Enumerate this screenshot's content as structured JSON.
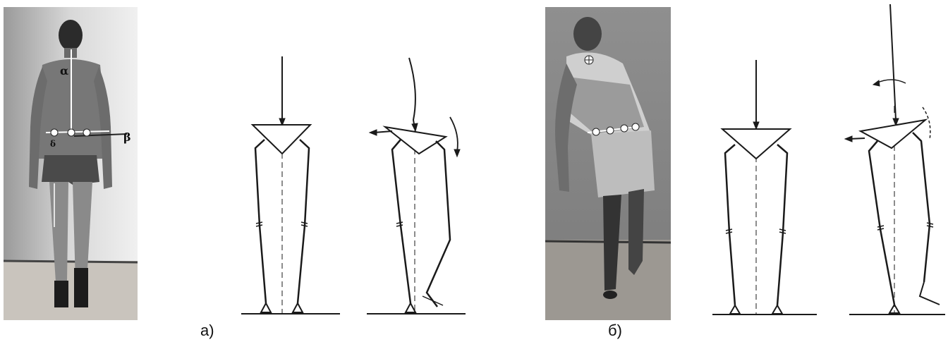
{
  "figure": {
    "panel_a": {
      "caption": "а)",
      "photo_labels": {
        "alpha": "α",
        "beta": "β",
        "delta": "δ"
      }
    },
    "panel_b": {
      "caption": "б)"
    }
  }
}
